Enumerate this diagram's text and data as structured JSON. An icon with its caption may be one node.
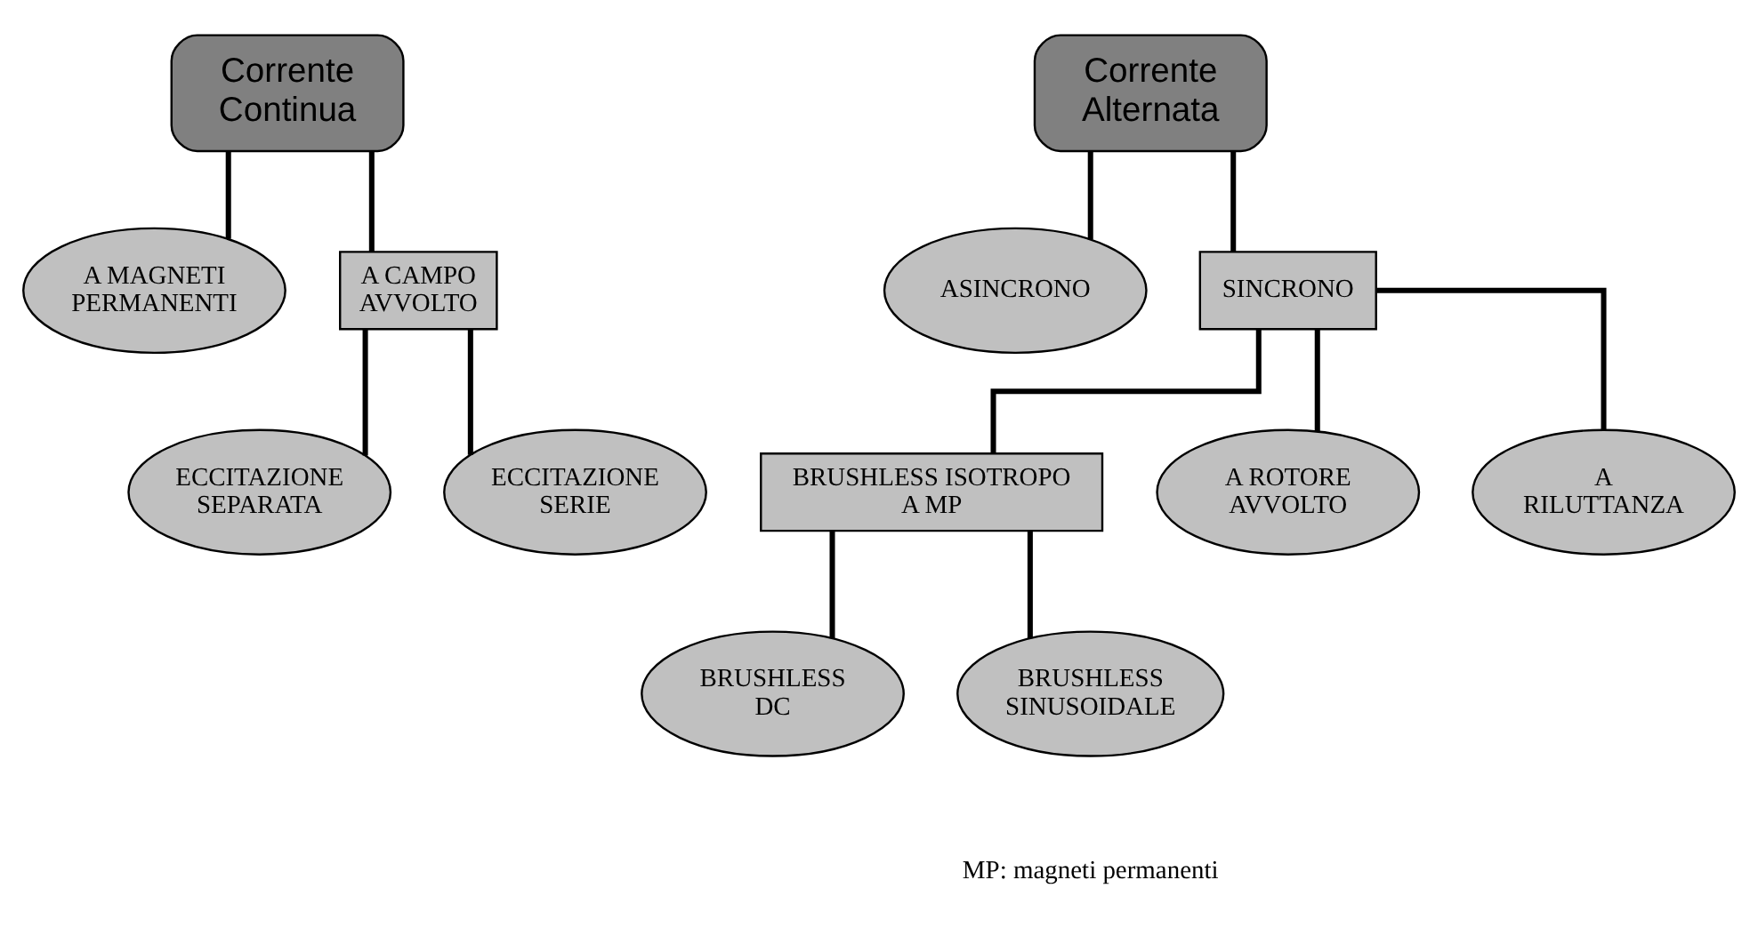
{
  "diagram": {
    "nodes": [
      {
        "text": [
          "Corrente Continua"
        ]
      },
      {
        "text": [
          "A MAGNETI PERMANENTI"
        ]
      },
      {
        "text": [
          "A CAMPO AVVOLTO"
        ]
      },
      {
        "text": [
          "ECCITAZIONE SEPARATA"
        ]
      },
      {
        "text": [
          "ECCITAZIONE SERIE"
        ]
      },
      {
        "text": [
          "Corrente Alternata"
        ]
      },
      {
        "text": [
          "ASINCRONO"
        ]
      },
      {
        "text": [
          "SINCRONO"
        ]
      },
      {
        "text": [
          "BRUSHLESS ISOTROPO A MP"
        ]
      },
      {
        "text": [
          "A ROTORE AVVOLTO"
        ]
      },
      {
        "text": [
          "A RILUTTANZA"
        ]
      },
      {
        "text": [
          "BRUSHLESS DC"
        ]
      },
      {
        "text": [
          "BRUSHLESS SINUSOIDALE"
        ]
      }
    ],
    "edges": [
      {
        "from": 0,
        "to": 1,
        "arrow": "none"
      },
      {
        "from": 0,
        "to": 2,
        "arrow": "none"
      },
      {
        "from": 2,
        "to": 3,
        "arrow": "none"
      },
      {
        "from": 2,
        "to": 4,
        "arrow": "none"
      },
      {
        "from": 5,
        "to": 6,
        "arrow": "none"
      },
      {
        "from": 5,
        "to": 7,
        "arrow": "none"
      },
      {
        "from": 7,
        "to": 8,
        "arrow": "none"
      },
      {
        "from": 7,
        "to": 9,
        "arrow": "none"
      },
      {
        "from": 7,
        "to": 10,
        "arrow": "none"
      },
      {
        "from": 8,
        "to": 11,
        "arrow": "none"
      },
      {
        "from": 8,
        "to": 12,
        "arrow": "none"
      }
    ],
    "labels": [
      "MP: magneti permanenti"
    ]
  }
}
